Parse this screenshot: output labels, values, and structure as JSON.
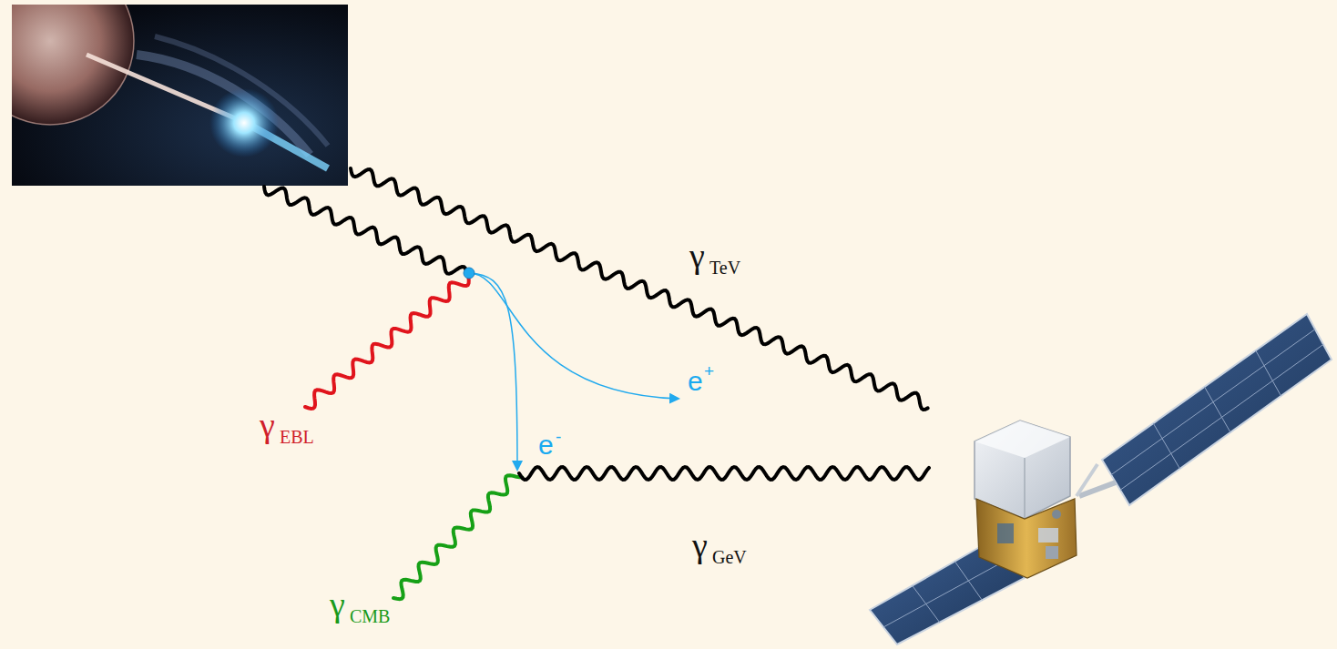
{
  "diagram": {
    "labels": [
      "γ",
      "TeV",
      "e",
      "+",
      "e",
      "-",
      "γ",
      "EBL",
      "γ",
      "GeV",
      "γ",
      "CMB"
    ]
  }
}
